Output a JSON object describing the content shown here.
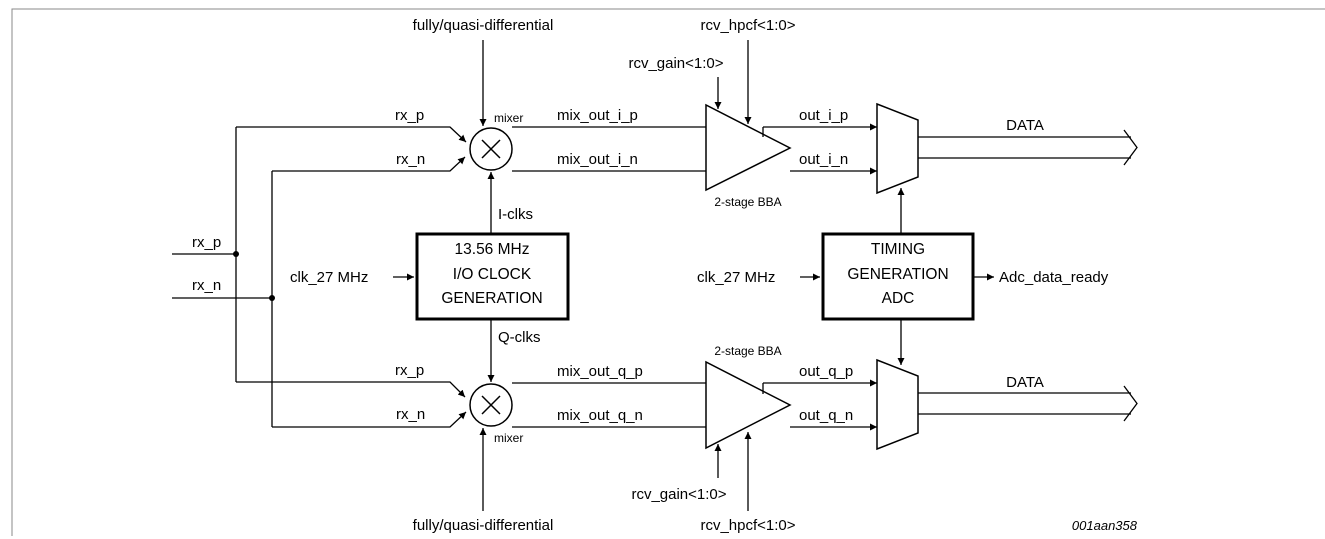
{
  "diagram": {
    "inputs": {
      "rx_p": "rx_p",
      "rx_n": "rx_n"
    },
    "mixer_top": {
      "name": "mixer",
      "in_p": "rx_p",
      "in_n": "rx_n",
      "control": "fully/quasi-differential",
      "out_p": "mix_out_i_p",
      "out_n": "mix_out_i_n",
      "clk_label": "I-clks"
    },
    "mixer_bottom": {
      "name": "mixer",
      "in_p": "rx_p",
      "in_n": "rx_n",
      "control": "fully/quasi-differential",
      "out_p": "mix_out_q_p",
      "out_n": "mix_out_q_n",
      "clk_label": "Q-clks"
    },
    "bba_top": {
      "name": "2-stage BBA",
      "gain": "rcv_gain<1:0>",
      "hpcf": "rcv_hpcf<1:0>",
      "out_p": "out_i_p",
      "out_n": "out_i_n"
    },
    "bba_bottom": {
      "name": "2-stage BBA",
      "gain": "rcv_gain<1:0>",
      "hpcf": "rcv_hpcf<1:0>",
      "out_p": "out_q_p",
      "out_n": "out_q_n"
    },
    "clock_block": {
      "lines": [
        "13.56 MHz",
        "I/O CLOCK",
        "GENERATION"
      ],
      "input": "clk_27 MHz"
    },
    "timing_block": {
      "lines": [
        "TIMING",
        "GENERATION",
        "ADC"
      ],
      "input": "clk_27 MHz",
      "output": "Adc_data_ready"
    },
    "data_top": "DATA",
    "data_bottom": "DATA",
    "figure_id": "001aan358"
  }
}
